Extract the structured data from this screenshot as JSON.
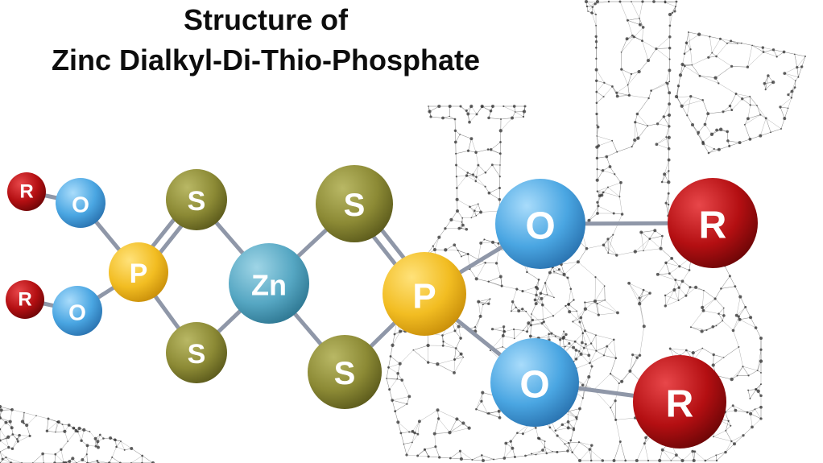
{
  "title": {
    "line1": "Structure of",
    "line2": "Zinc Dialkyl-Di-Thio-Phosphate"
  },
  "colors": {
    "R": "#b40f12",
    "O": "#4aa6e2",
    "P": "#f2bd22",
    "S": "#8c8a35",
    "Zn": "#56a7c3",
    "bond": "#8f97a8",
    "network": "#555555"
  },
  "atoms": {
    "r1": "R",
    "o1": "O",
    "r2": "R",
    "o2": "O",
    "p1": "P",
    "s1": "S",
    "s2": "S",
    "zn": "Zn",
    "s3": "S",
    "s4": "S",
    "p2": "P",
    "o3": "O",
    "r3": "R",
    "o4": "O",
    "r4": "R"
  }
}
